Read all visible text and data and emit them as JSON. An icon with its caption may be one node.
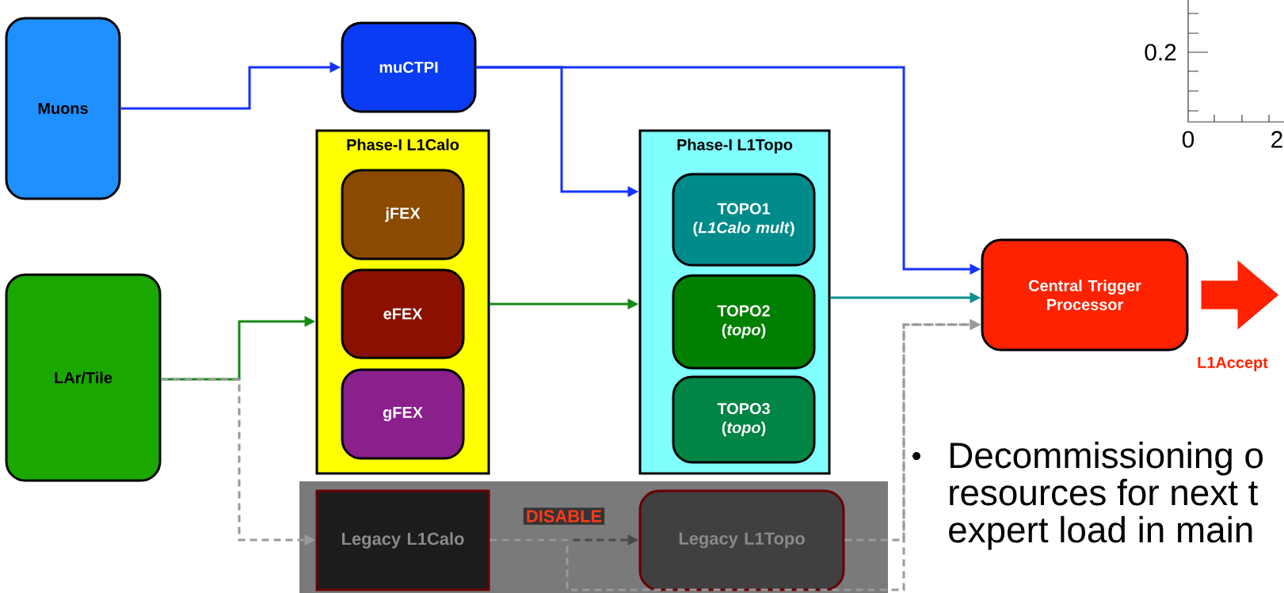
{
  "diagram": {
    "nodes": [
      {
        "text": [
          "Muons"
        ]
      },
      {
        "text": [
          "muCTPI"
        ]
      },
      {
        "text": [
          "Phase-I L1Calo"
        ]
      },
      {
        "text": [
          "jFEX"
        ],
        "in": 2
      },
      {
        "text": [
          "eFEX"
        ],
        "in": 2
      },
      {
        "text": [
          "gFEX"
        ],
        "in": 2
      },
      {
        "text": [
          "Phase-I L1Topo"
        ]
      },
      {
        "text": [
          "TOPO1",
          "(*L1Calo mult*)"
        ],
        "in": 6
      },
      {
        "text": [
          "TOPO2",
          "(*topo*)"
        ],
        "in": 6
      },
      {
        "text": [
          "TOPO3",
          "(*topo*)"
        ],
        "in": 6
      },
      {
        "text": [
          "LAr/Tile"
        ]
      },
      {
        "text": [
          "Legacy L1Calo"
        ]
      },
      {
        "text": [
          "Legacy L1Topo"
        ]
      },
      {
        "text": [
          "Central Trigger Processor"
        ]
      }
    ],
    "edges": [
      {
        "from": 0,
        "to": 1,
        "arrow": "to",
        "color": "#1533ff"
      },
      {
        "from": 1,
        "to": 6,
        "arrow": "to",
        "color": "#1533ff"
      },
      {
        "from": 1,
        "to": 13,
        "arrow": "to",
        "color": "#1533ff"
      },
      {
        "from": 10,
        "to": 2,
        "arrow": "to",
        "color": "#158a15"
      },
      {
        "from": 2,
        "to": 6,
        "arrow": "to",
        "color": "#158a15"
      },
      {
        "from": 6,
        "to": 13,
        "arrow": "to",
        "color": "#0e8f8f"
      },
      {
        "from": 10,
        "to": 11,
        "arrow": "to",
        "style": "dashed",
        "color": "#9a9a9a"
      },
      {
        "from": 11,
        "to": 12,
        "arrow": "to",
        "style": "dashed",
        "color": "#4a4a4a"
      },
      {
        "from": 12,
        "to": 13,
        "arrow": "to",
        "style": "dashed",
        "color": "#9a9a9a"
      },
      {
        "from": 11,
        "to": 13,
        "arrow": "to",
        "style": "dashed",
        "color": "#9a9a9a"
      },
      {
        "from": 13,
        "to": null,
        "arrow": "to",
        "style": "thick",
        "color": "#ff2200",
        "label": "L1Accept"
      }
    ],
    "labels": [
      "0.2",
      "0",
      "2",
      "Decommissioning o",
      "resources for next t",
      "expert load in main",
      "DISABLE"
    ]
  }
}
